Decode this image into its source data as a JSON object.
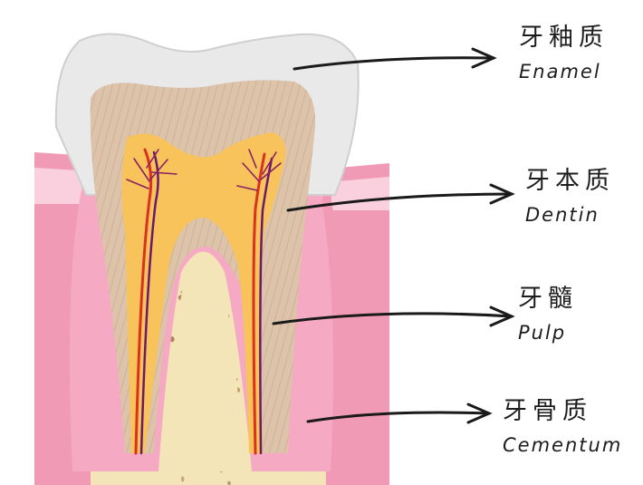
{
  "labels": [
    {
      "zh": "牙釉质",
      "en": "Enamel"
    },
    {
      "zh": "牙本质",
      "en": "Dentin"
    },
    {
      "zh": "牙髓",
      "en": "Pulp"
    },
    {
      "zh": "牙骨质",
      "en": "Cementum"
    }
  ],
  "colors": {
    "bone": "#f3e5b8",
    "bone_pore": "#a97a55",
    "gum": "#f19ab6",
    "gum_light": "#fbd0de",
    "cementum": "#f6a9c3",
    "dentin": "#dcc3aa",
    "dentin_stripe": "#c9ab8e",
    "enamel": "#e9e9ea",
    "pulp": "#f8c35a",
    "artery": "#d9321f",
    "vein": "#6a1a6b",
    "arrow": "#1a1a1a"
  },
  "icons": [
    "arrow-enamel-icon",
    "arrow-dentin-icon",
    "arrow-pulp-icon",
    "arrow-cementum-icon"
  ]
}
